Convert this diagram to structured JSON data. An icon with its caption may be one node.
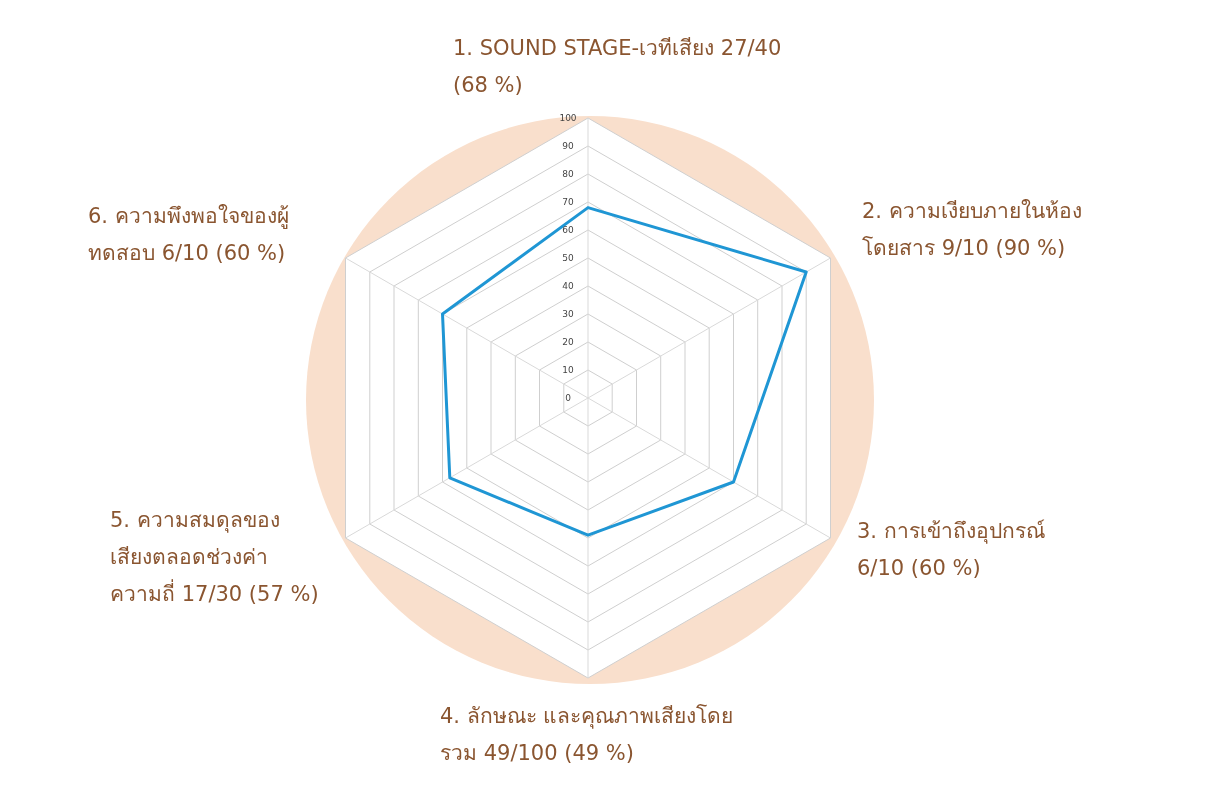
{
  "diagram": {
    "labels": [
      "1. SOUND STAGE-เวทีเสียง 27/40 (68 %)",
      "6. ความพึงพอใจของผู้ทดสอบ 6/10 (60 %)",
      "2. ความเงียบภายในห้องโดยสาร 9/10 (90 %)",
      "100",
      "90",
      "80",
      "70",
      "60",
      "50",
      "40",
      "30",
      "20",
      "10",
      "0",
      "5. ความสมดุลของเสียงตลอดช่วงค่าความถี่ 17/30 (57 %)",
      "3. การเข้าถึงอุปกรณ์ 6/10 (60 %)",
      "4. ลักษณะ และคุณภาพเสียงโดยรวม 49/100 (49 %)"
    ]
  }
}
